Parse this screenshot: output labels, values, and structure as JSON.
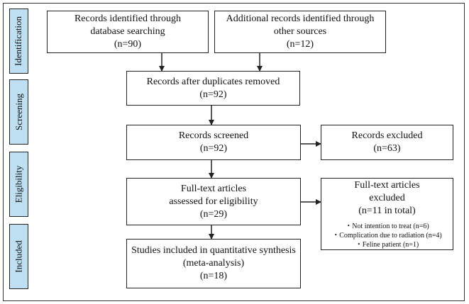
{
  "stages": {
    "identification": "Identification",
    "screening": "Screening",
    "eligibility": "Eligibility",
    "included": "Included"
  },
  "boxes": {
    "database": {
      "line1": "Records identified through",
      "line2": "database searching",
      "line3": "(n=90)"
    },
    "other": {
      "line1": "Additional records identified through",
      "line2": "other sources",
      "line3": "(n=12)"
    },
    "duplicates": {
      "line1": "Records after duplicates removed",
      "line2": "(n=92)"
    },
    "screened": {
      "line1": "Records screened",
      "line2": "(n=92)"
    },
    "excluded": {
      "line1": "Records excluded",
      "line2": "(n=63)"
    },
    "fulltext": {
      "line1": "Full-text articles",
      "line2": "assessed for eligibility",
      "line3": "(n=29)"
    },
    "fulltext_excluded": {
      "line1": "Full-text articles",
      "line2": "excluded",
      "line3": "(n=11 in total)",
      "reasons": [
        "・Not intention to treat (n=6)",
        "・Complication due to radiation (n=4)",
        "・Feline patient (n=1)"
      ]
    },
    "included": {
      "line1": "Studies included in quantitative synthesis",
      "line2": "(meta-analysis)",
      "line3": "(n=18)"
    }
  },
  "colors": {
    "stage_fill": "#bfe0f2",
    "border": "#222222"
  }
}
